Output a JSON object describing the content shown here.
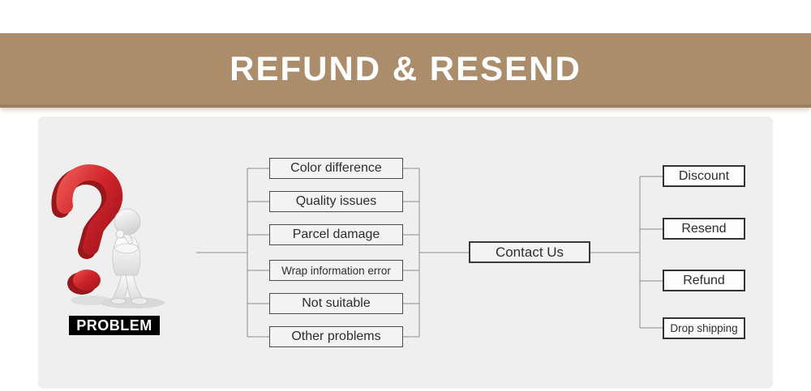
{
  "banner": {
    "title": "REFUND & RESEND",
    "bg_color": "#ab8d6c",
    "shadow_color": "#9c8062",
    "text_color": "#ffffff"
  },
  "figure": {
    "label": "PROBLEM",
    "label_bg": "#000000",
    "label_text_color": "#ffffff",
    "question_mark_color": "#c9202a"
  },
  "flowchart": {
    "problems": [
      "Color difference",
      "Quality issues",
      "Parcel damage",
      "Wrap information error",
      "Not suitable",
      "Other problems"
    ],
    "hub_label": "Contact Us",
    "outcomes": [
      "Discount",
      "Resend",
      "Refund",
      "Drop shipping"
    ],
    "panel_bg": "#efeff0",
    "line_color": "#8c8c8c",
    "box_border_color": "#3a3a3a"
  }
}
